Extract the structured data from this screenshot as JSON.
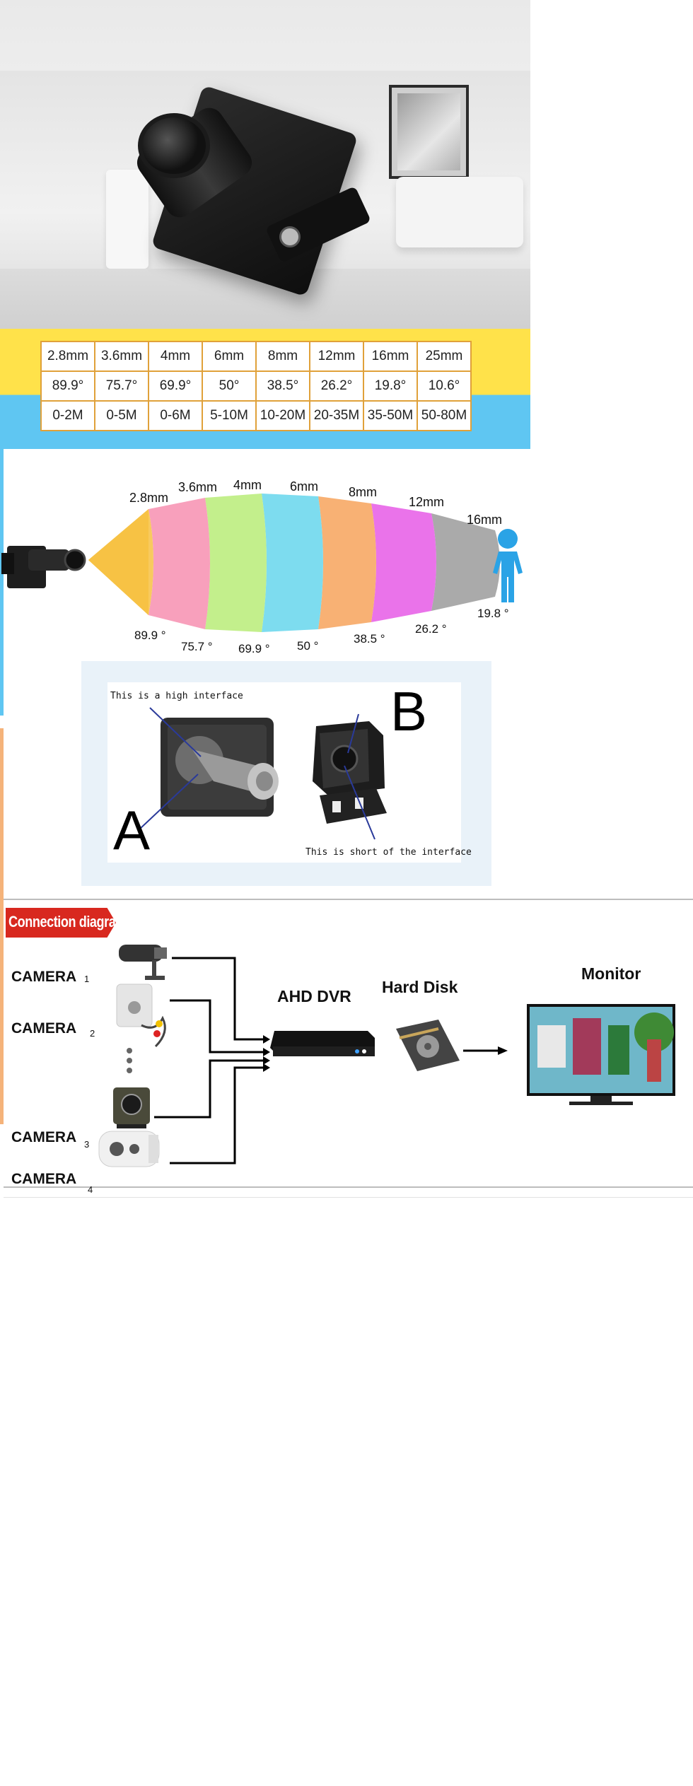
{
  "spec_table": {
    "rows": [
      [
        "2.8mm",
        "3.6mm",
        "4mm",
        "6mm",
        "8mm",
        "12mm",
        "16mm",
        "25mm"
      ],
      [
        "89.9°",
        "75.7°",
        "69.9°",
        "50°",
        "38.5°",
        "26.2°",
        "19.8°",
        "10.6°"
      ],
      [
        "0-2M",
        "0-5M",
        "0-6M",
        "5-10M",
        "10-20M",
        "20-35M",
        "35-50M",
        "50-80M"
      ]
    ]
  },
  "fov": {
    "lenses": [
      {
        "label": "2.8mm",
        "angle": "89.9 °",
        "color": "#f7c142"
      },
      {
        "label": "3.6mm",
        "angle": "75.7 °",
        "color": "#f78fb0"
      },
      {
        "label": "4mm",
        "angle": "69.9 °",
        "color": "#b8ec78"
      },
      {
        "label": "6mm",
        "angle": "50 °",
        "color": "#66d6ec"
      },
      {
        "label": "8mm",
        "angle": "38.5 °",
        "color": "#f7a35c"
      },
      {
        "label": "12mm",
        "angle": "26.2 °",
        "color": "#e65ae6"
      },
      {
        "label": "16mm",
        "angle": "19.8 °",
        "color": "#9b9b9b"
      }
    ]
  },
  "interface": {
    "high_text": "This is a high interface",
    "short_text": "This is short of the interface",
    "letter_a": "A",
    "letter_b": "B"
  },
  "connection": {
    "title": "Connection diagram",
    "cameras": [
      {
        "label": "CAMERA",
        "sub": "1"
      },
      {
        "label": "CAMERA",
        "sub": "2"
      },
      {
        "label": "CAMERA",
        "sub": "3"
      },
      {
        "label": "CAMERA",
        "sub": "4"
      }
    ],
    "dvr_label": "AHD DVR",
    "disk_label": "Hard Disk",
    "monitor_label": "Monitor"
  }
}
